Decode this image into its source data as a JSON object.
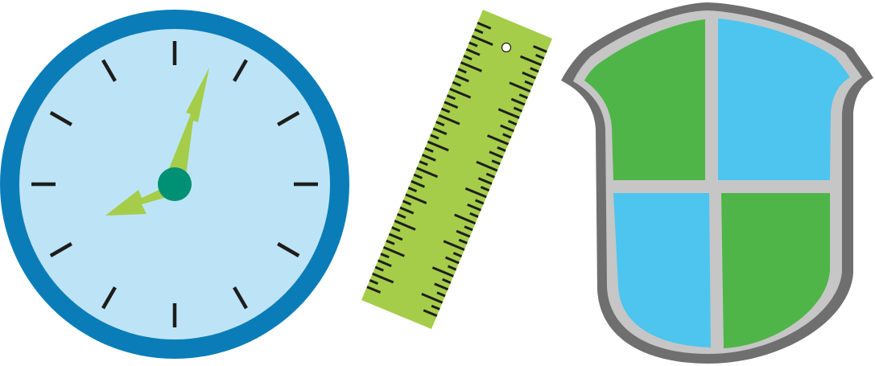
{
  "illustration": {
    "icons": [
      {
        "name": "clock-icon",
        "time_shown": "8:05",
        "hour_marks": 12
      },
      {
        "name": "ruler-icon"
      },
      {
        "name": "shield-icon",
        "quadrants": 4
      }
    ]
  },
  "colors": {
    "clock_rim": "#0a7db8",
    "clock_face": "#bde4f6",
    "clock_hands": "#a5cd4a",
    "clock_hub": "#009074",
    "tick_marks": "#1d1d1b",
    "ruler_fill": "#a5cd4a",
    "shield_outer": "#6f6f6f",
    "shield_inner": "#c6c6c6",
    "shield_green": "#4fb548",
    "shield_blue": "#4ec5ef"
  }
}
